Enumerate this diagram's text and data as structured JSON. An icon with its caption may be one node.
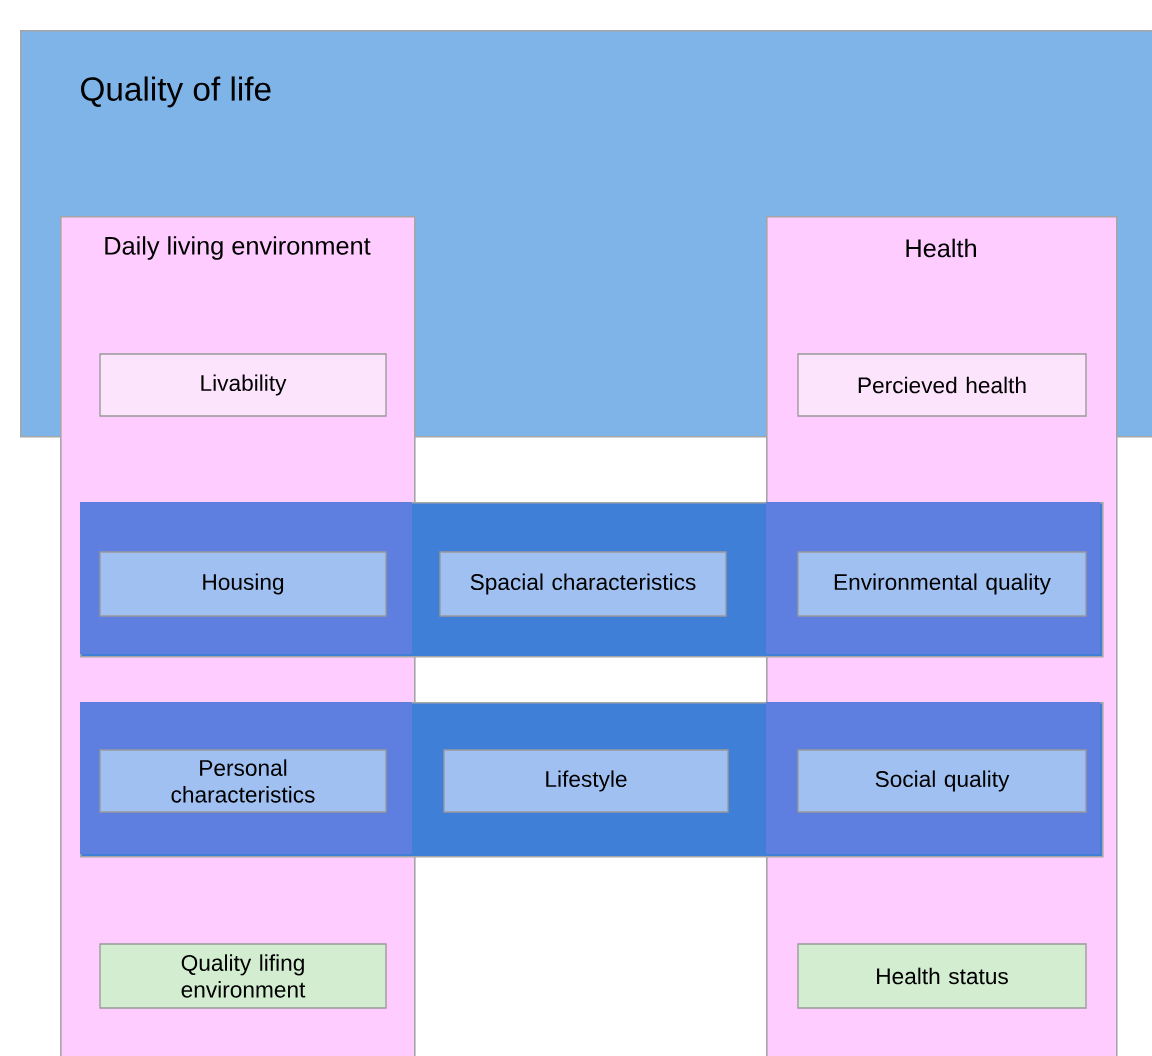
{
  "diagram": {
    "nodes": [
      {
        "text": [
          "Quality of life"
        ]
      },
      {
        "text": [
          "Daily living environment"
        ]
      },
      {
        "text": [
          "Health"
        ]
      },
      {
        "text": [
          "Livability"
        ]
      },
      {
        "text": [
          "Percieved health"
        ]
      },
      {
        "text": [],
        "shape": "box"
      },
      {
        "text": [
          "Housing"
        ]
      },
      {
        "text": [
          "Spacial characteristics"
        ],
        "in": 5
      },
      {
        "text": [
          "Environmental quality"
        ]
      },
      {
        "text": [],
        "shape": "box"
      },
      {
        "text": [
          "Personal characteristics"
        ]
      },
      {
        "text": [
          "Lifestyle"
        ],
        "in": 9
      },
      {
        "text": [
          "Social quality"
        ]
      },
      {
        "text": [
          "Quality lifing environment"
        ],
        "in": 1
      },
      {
        "text": [
          "Health status"
        ],
        "in": 2
      }
    ]
  }
}
